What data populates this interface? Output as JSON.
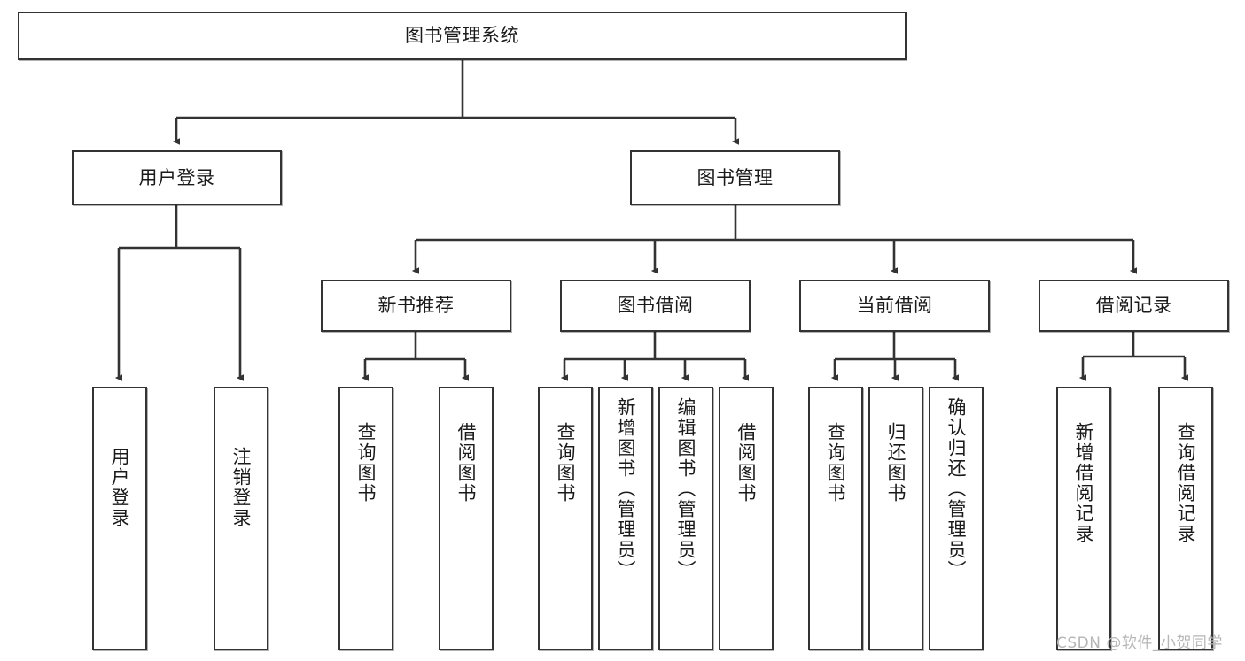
{
  "diagram": {
    "type": "tree-hierarchy-chart",
    "title": "图书管理系统",
    "watermark": "CSDN @软件_小贺同学",
    "edge_color": "#333333",
    "node_border_color": "#333333",
    "node_fill_color": "#ffffff",
    "background_color": "#ffffff",
    "nodes": {
      "root": {
        "label": "图书管理系统"
      },
      "level2": [
        {
          "id": "user-login",
          "label": "用户登录"
        },
        {
          "id": "book-manage",
          "label": "图书管理"
        }
      ],
      "level3": [
        {
          "id": "new-book-recommend",
          "label": "新书推荐"
        },
        {
          "id": "book-borrow",
          "label": "图书借阅"
        },
        {
          "id": "current-borrow",
          "label": "当前借阅"
        },
        {
          "id": "borrow-record",
          "label": "借阅记录"
        }
      ],
      "leaves": {
        "user-login": [
          {
            "id": "leaf-user-login",
            "label": "用户登录"
          },
          {
            "id": "leaf-logout-login",
            "label": "注销登录"
          }
        ],
        "new-book-recommend": [
          {
            "id": "leaf-query-book-1",
            "label": "查询图书"
          },
          {
            "id": "leaf-borrow-book-1",
            "label": "借阅图书"
          }
        ],
        "book-borrow": [
          {
            "id": "leaf-query-book-2",
            "label": "查询图书"
          },
          {
            "id": "leaf-add-book",
            "label": "新增图书（管理员）"
          },
          {
            "id": "leaf-edit-book",
            "label": "编辑图书（管理员）"
          },
          {
            "id": "leaf-borrow-book-2",
            "label": "借阅图书"
          }
        ],
        "current-borrow": [
          {
            "id": "leaf-query-book-3",
            "label": "查询图书"
          },
          {
            "id": "leaf-return-book",
            "label": "归还图书"
          },
          {
            "id": "leaf-confirm-return",
            "label": "确认归还（管理员）"
          }
        ],
        "borrow-record": [
          {
            "id": "leaf-add-record",
            "label": "新增借阅记录"
          },
          {
            "id": "leaf-query-record",
            "label": "查询借阅记录"
          }
        ]
      }
    }
  }
}
